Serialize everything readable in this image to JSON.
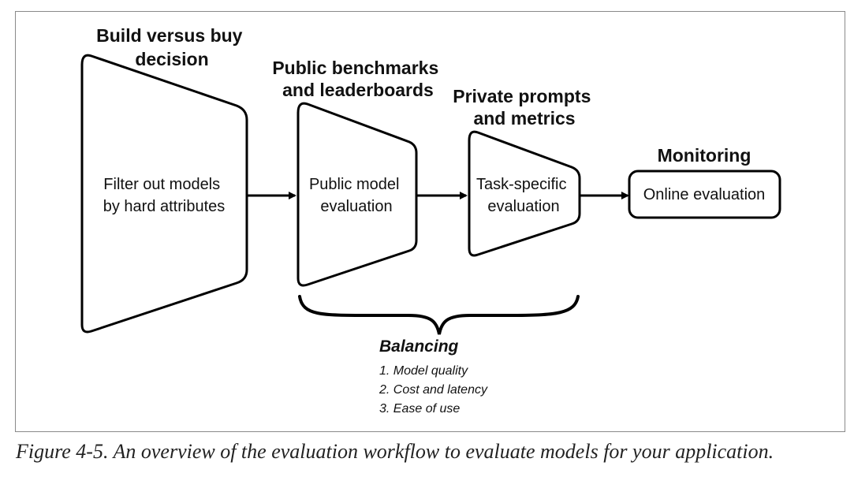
{
  "stages": {
    "build_vs_buy": {
      "heading": [
        "Build versus buy",
        "decision"
      ],
      "body": [
        "Filter out models",
        "by hard attributes"
      ]
    },
    "public_benchmarks": {
      "heading": [
        "Public benchmarks",
        "and leaderboards"
      ],
      "body": [
        "Public model",
        "evaluation"
      ]
    },
    "private_prompts": {
      "heading": [
        "Private prompts",
        "and metrics"
      ],
      "body": [
        "Task-specific",
        "evaluation"
      ]
    },
    "monitoring": {
      "heading": [
        "Monitoring"
      ],
      "body": [
        "Online evaluation"
      ]
    }
  },
  "balancing": {
    "heading": "Balancing",
    "items": [
      "1. Model quality",
      "2. Cost and latency",
      "3. Ease of use"
    ]
  },
  "caption": "Figure 4-5. An overview of the evaluation workflow to evaluate models for your application."
}
